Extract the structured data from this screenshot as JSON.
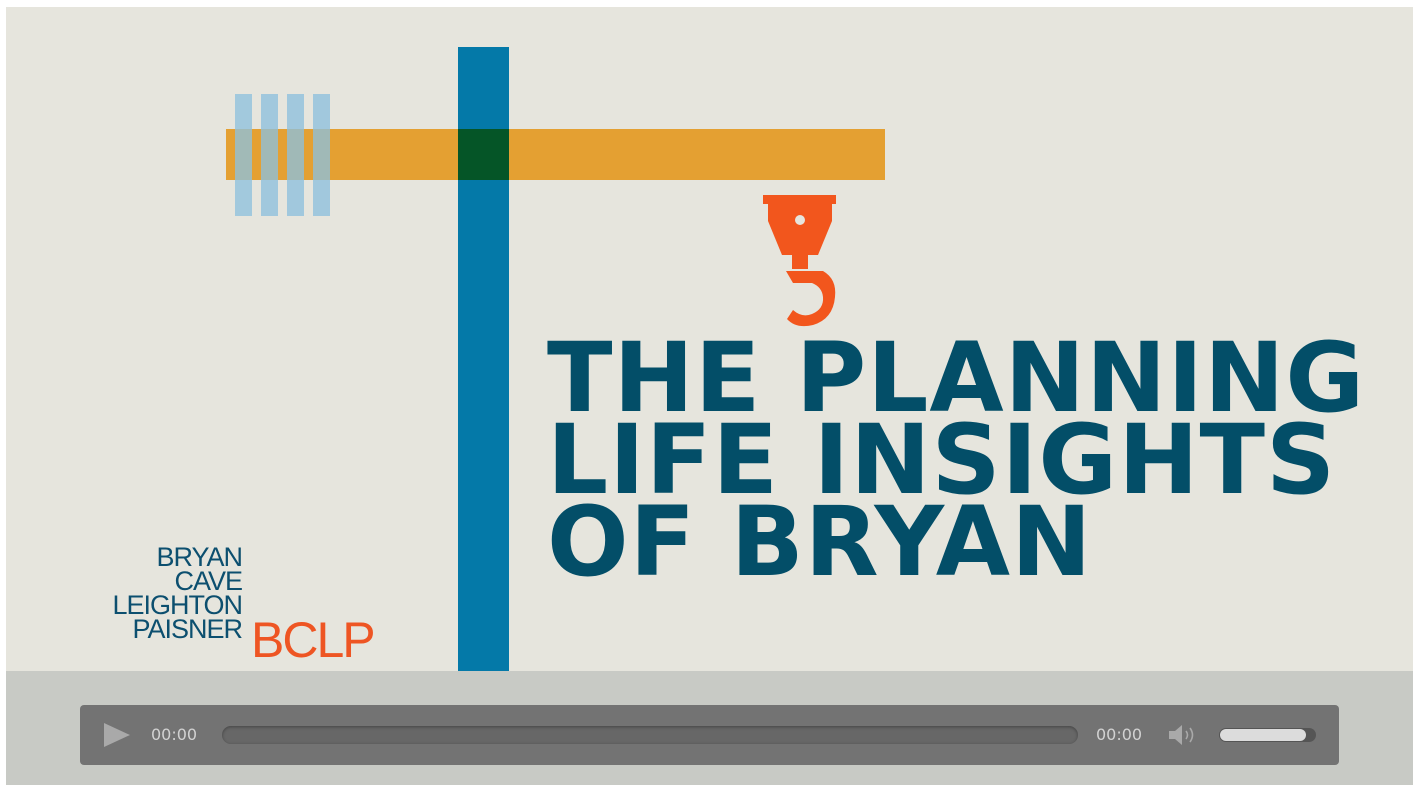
{
  "headline": {
    "line1": "THE PLANNING",
    "line2": "LIFE INSIGHTS",
    "line3": "OF BRYAN"
  },
  "logo": {
    "line1": "BRYAN",
    "line2": "CAVE",
    "line3": "LEIGHTON",
    "line4": "PAISNER",
    "mark": "BCLP"
  },
  "player": {
    "current_time": "00:00",
    "duration": "00:00",
    "progress_fraction": 0,
    "volume_fraction": 0.9,
    "play_icon": "play-icon",
    "volume_icon": "speaker-icon"
  },
  "colors": {
    "background": "#e6e5dd",
    "crane_mast": "#0479a8",
    "crane_jib": "#e4a032",
    "counterweight": "#8ec1dd",
    "hook": "#f2561d",
    "headline": "#034e68",
    "logo_text": "#0c4f6f",
    "logo_mark": "#ee5523",
    "control_area": "#c8cac5",
    "control_bar": "#737373"
  }
}
